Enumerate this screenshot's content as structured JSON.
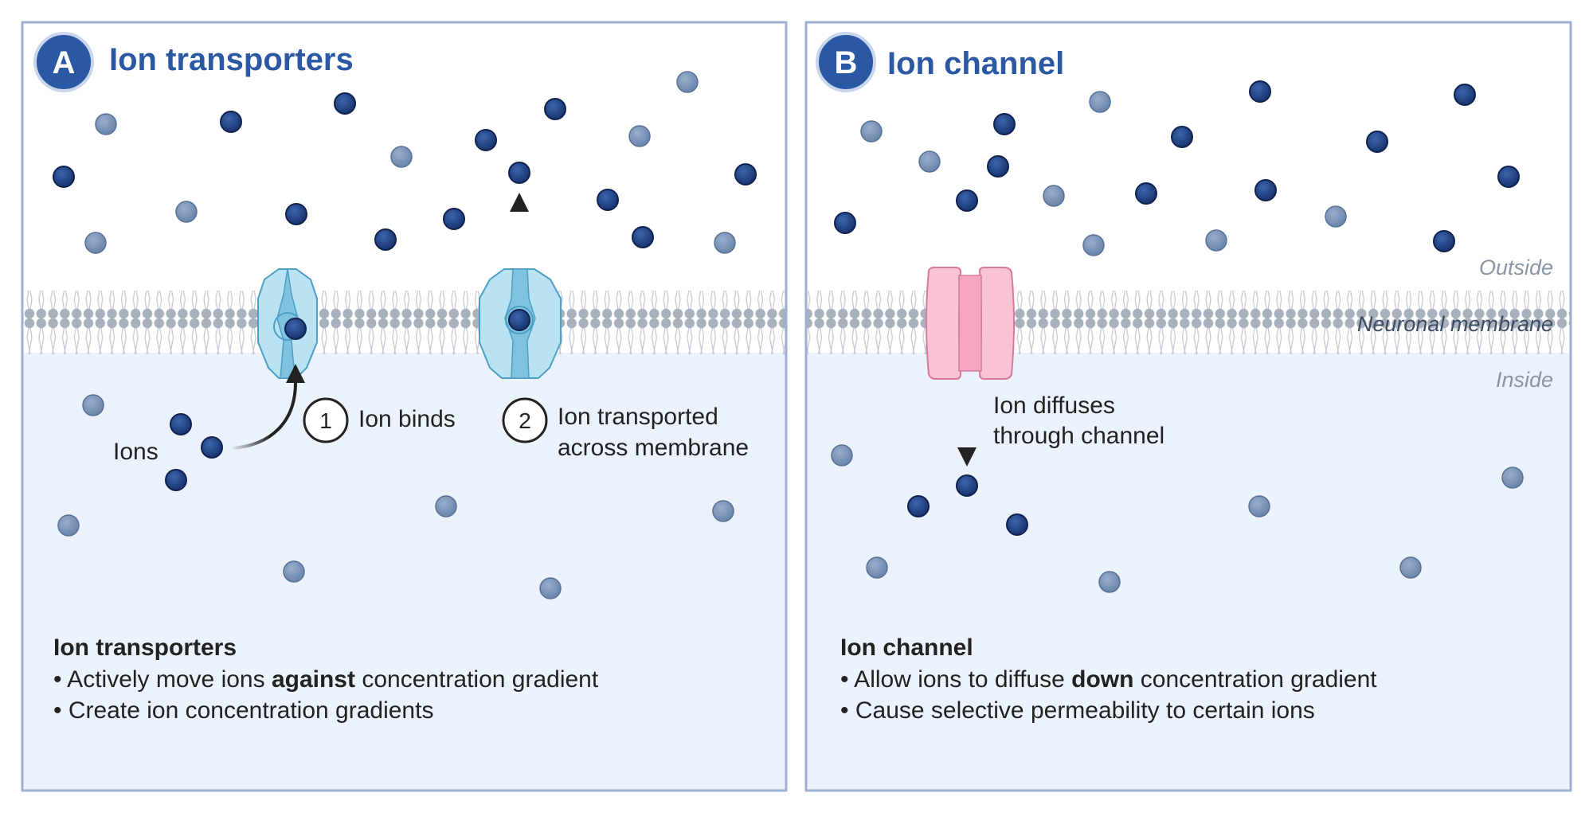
{
  "panel_a": {
    "badge": "A",
    "title": "Ion transporters",
    "labels": {
      "ions": "Ions",
      "step1_number": "1",
      "step1_text": "Ion binds",
      "step2_number": "2",
      "step2_line1": "Ion transported",
      "step2_line2": "across membrane"
    },
    "summary": {
      "heading": "Ion transporters",
      "bullet1_pre": "• Actively move ions ",
      "bullet1_bold": "against",
      "bullet1_post": " concentration gradient",
      "bullet2": "• Create ion concentration gradients"
    }
  },
  "panel_b": {
    "badge": "B",
    "title": "Ion channel",
    "labels": {
      "outside": "Outside",
      "membrane": "Neuronal membrane",
      "inside": "Inside",
      "diffuse_line1": "Ion diffuses",
      "diffuse_line2": "through channel"
    },
    "summary": {
      "heading": "Ion channel",
      "bullet1_pre": "• Allow ions to diffuse ",
      "bullet1_bold": "down",
      "bullet1_post": " concentration gradient",
      "bullet2": "• Cause selective permeability to certain ions"
    }
  },
  "colors": {
    "panel_border": "#9db0d3",
    "inside_fill": "#ecf2fb",
    "title_blue": "#2b58a3",
    "ion_dark": "#1f3f7e",
    "ion_light": "#7a93b8",
    "transporter": "#b9e2f3",
    "channel": "#f7b6cc",
    "lipid_head": "#a9b1bd"
  }
}
